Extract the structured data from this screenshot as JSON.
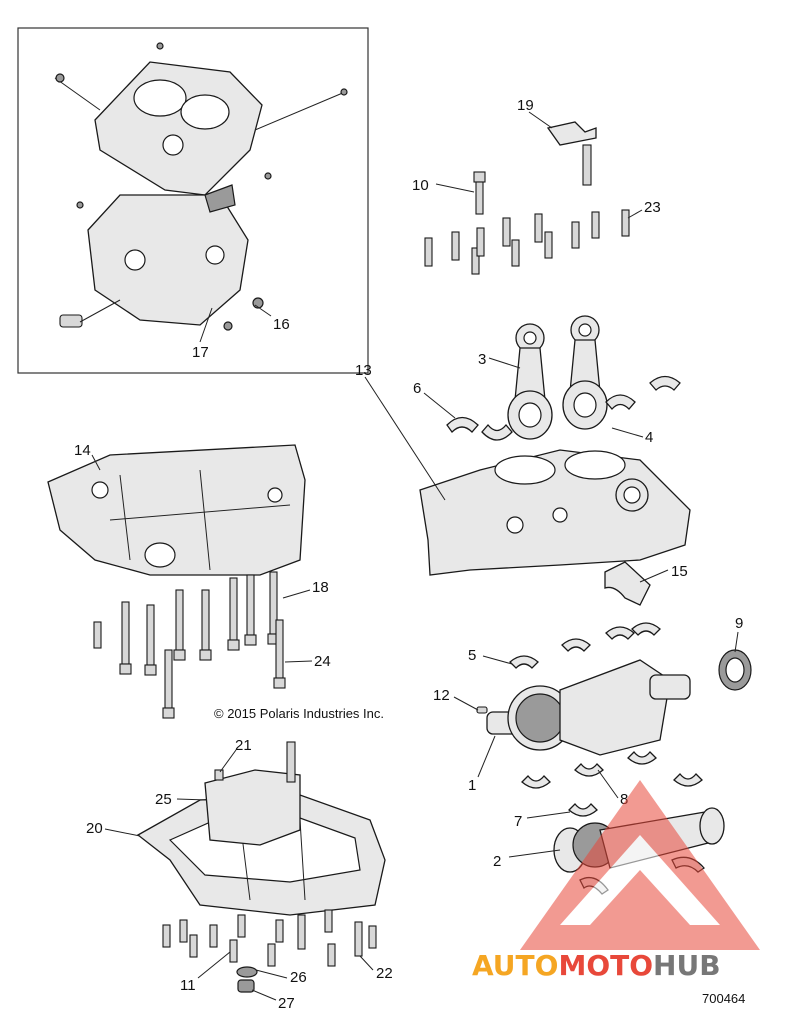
{
  "callouts": {
    "c1": "1",
    "c2": "2",
    "c3": "3",
    "c4": "4",
    "c5": "5",
    "c6": "6",
    "c7": "7",
    "c8": "8",
    "c9": "9",
    "c10": "10",
    "c11": "11",
    "c12": "12",
    "c13": "13",
    "c14": "14",
    "c15": "15",
    "c16": "16",
    "c17": "17",
    "c18": "18",
    "c19": "19",
    "c20": "20",
    "c21": "21",
    "c22": "22",
    "c23": "23",
    "c24": "24",
    "c25": "25",
    "c26": "26",
    "c27": "27"
  },
  "copyright": "© 2015 Polaris Industries Inc.",
  "part_number": "700464",
  "watermark": {
    "part1": "AUTO",
    "part2": "MOTO",
    "part3": "HUB",
    "color_auto": "#f5a623",
    "color_moto": "#e8483a",
    "color_hub": "#777777"
  }
}
